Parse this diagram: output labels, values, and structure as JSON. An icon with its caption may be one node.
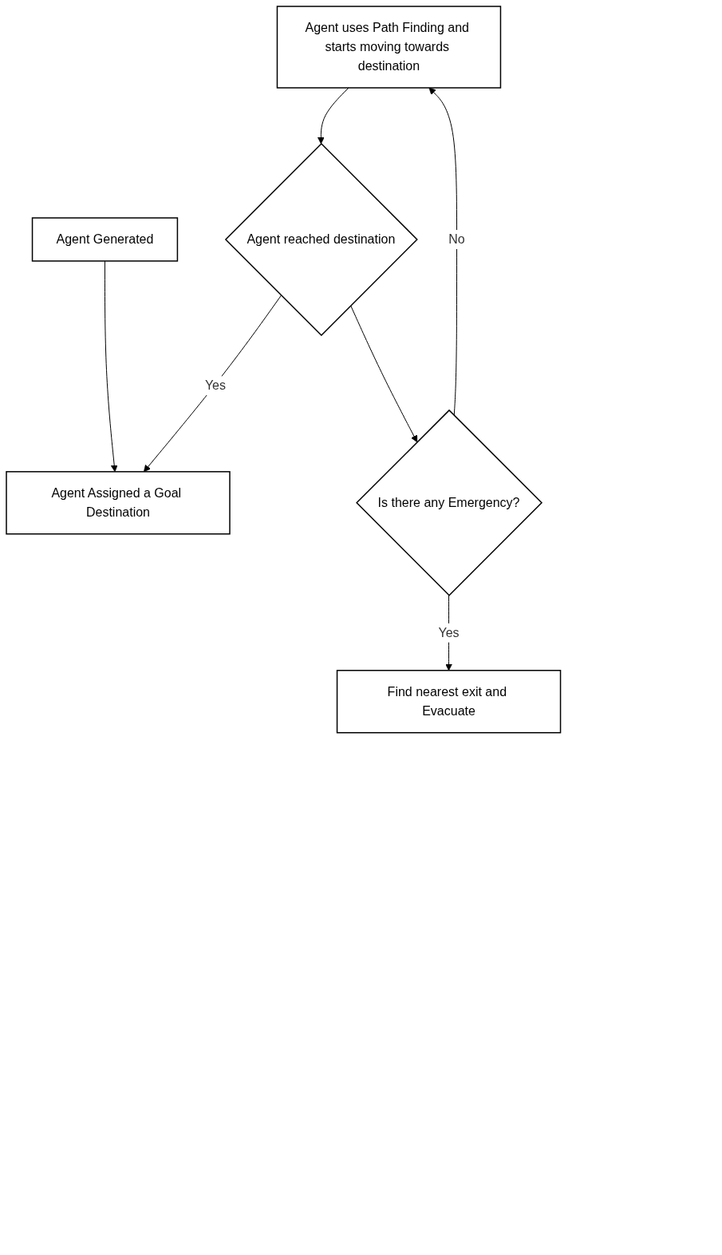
{
  "diagram": {
    "nodes": [
      {
        "text": [
          "Agent Generated"
        ]
      },
      {
        "text": [
          "Agent Assigned a Goal Destination"
        ]
      },
      {
        "text": [
          "Agent uses Path Finding and starts moving towards destination"
        ]
      },
      {
        "text": [
          "Agent reached destination"
        ]
      },
      {
        "text": [
          "Is there any Emergency?"
        ]
      },
      {
        "text": [
          "Find nearest exit and Evacuate"
        ]
      }
    ],
    "edges": [
      {
        "from": 0,
        "to": 1,
        "arrow": "to"
      },
      {
        "from": 2,
        "to": 3,
        "arrow": "to"
      },
      {
        "from": 3,
        "to": 1,
        "arrow": "to",
        "label": "Yes"
      },
      {
        "from": 3,
        "to": 4,
        "arrow": "to"
      },
      {
        "from": 4,
        "to": 2,
        "arrow": "to",
        "label": "No"
      },
      {
        "from": 4,
        "to": 5,
        "arrow": "to",
        "label": "Yes"
      }
    ]
  }
}
